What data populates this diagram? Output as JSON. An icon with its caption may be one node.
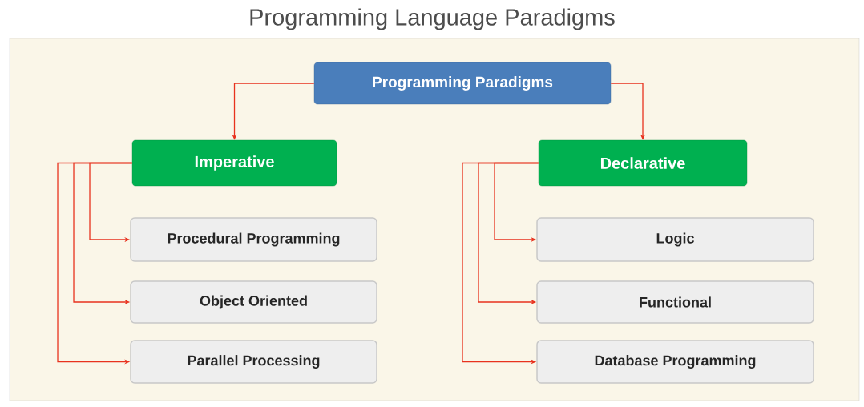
{
  "diagram": {
    "title": "Programming Language Paradigms",
    "nodes": [
      {
        "text": [
          "Programming Paradigms"
        ]
      },
      {
        "text": [
          "Imperative"
        ]
      },
      {
        "text": [
          "Declarative"
        ]
      },
      {
        "text": [
          "Procedural Programming"
        ]
      },
      {
        "text": [
          "Object Oriented"
        ]
      },
      {
        "text": [
          "Parallel  Processing"
        ]
      },
      {
        "text": [
          "Logic"
        ]
      },
      {
        "text": [
          "Functional"
        ]
      },
      {
        "text": [
          "Database Programming"
        ]
      }
    ],
    "edges": [
      {
        "from": 0,
        "to": 1,
        "arrow": "to"
      },
      {
        "from": 0,
        "to": 2,
        "arrow": "to"
      },
      {
        "from": 1,
        "to": 3,
        "arrow": "to"
      },
      {
        "from": 1,
        "to": 4,
        "arrow": "to"
      },
      {
        "from": 1,
        "to": 5,
        "arrow": "to"
      },
      {
        "from": 2,
        "to": 6,
        "arrow": "to"
      },
      {
        "from": 2,
        "to": 7,
        "arrow": "to"
      },
      {
        "from": 2,
        "to": 8,
        "arrow": "to"
      }
    ]
  }
}
